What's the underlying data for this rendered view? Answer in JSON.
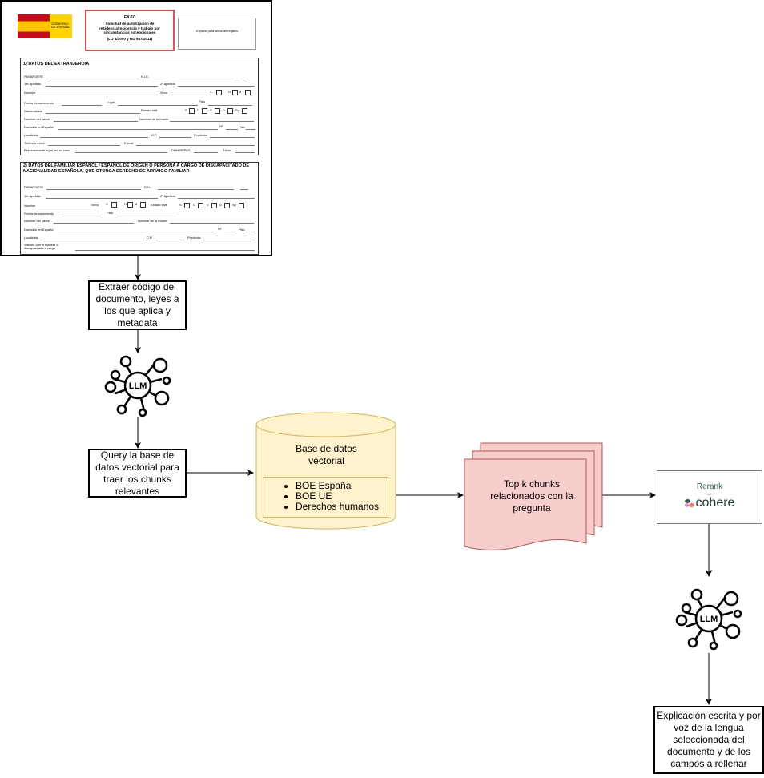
{
  "form": {
    "code": "EX-10",
    "title": "Solicitud de autorización de residencia/residencia y trabajo por circunstancias excepcionales",
    "law": "(LO 4/2000 y RD 557/2011)",
    "logo_text": "GOBIERNO DE ESPAÑA",
    "stamp_text": "Espacio para sellos de registro",
    "section1": {
      "title": "1)   DATOS DEL EXTRANJERO/A",
      "labels": [
        "PASAPORTE",
        "N.I.E.",
        "1er Apellido",
        "2º Apellido",
        "Nombre",
        "Sexo",
        "X",
        "H",
        "M",
        "Fecha de nacimiento",
        "Lugar",
        "País",
        "Nacionalidad",
        "Estado civil",
        "S",
        "C",
        "V",
        "D",
        "Sp",
        "Nombre del padre",
        "Nombre de la madre",
        "Domicilio en España",
        "Nº",
        "Piso",
        "Localidad",
        "C.P.",
        "Provincia",
        "Teléfono móvil",
        "E-mail",
        "Representante legal, en su caso",
        "DNI/NIE/PAS",
        "Título"
      ]
    },
    "section2": {
      "title": "2)   DATOS DEL FAMILIAR ESPAÑOL / ESPAÑOL DE ORIGEN O PERSONA A CARGO DE DISCAPACITADO DE NACIONALIDAD ESPAÑOLA, QUE OTORGA DERECHO DE ARRAIGO FAMILIAR",
      "labels": [
        "PASAPORTE",
        "D.N.I.",
        "1er Apellido",
        "2º Apellido",
        "Nombre",
        "Sexo",
        "X",
        "H",
        "M",
        "Estado civil",
        "S",
        "C",
        "V",
        "D",
        "Sp",
        "Fecha de nacimiento",
        "País",
        "Nombre del padre",
        "Nombre de la madre",
        "Domicilio en España",
        "Nº",
        "Piso",
        "Localidad",
        "C.P.",
        "Provincia",
        "Vínculo con el familiar o discapacitado a cargo"
      ]
    }
  },
  "steps": {
    "extract": "Extraer código del documento, leyes a los que aplica y metadata",
    "llm1": "LLM",
    "query": "Query la base de datos vectorial para traer los chunks relevantes",
    "db_title": "Base de datos vectorial",
    "db_items": [
      "BOE España",
      "BOE UE",
      "Derechos humanos"
    ],
    "chunks": "Top k chunks relacionados con la pregunta",
    "rerank_title": "Rerank",
    "rerank_sub": "with",
    "rerank_brand": "cohere",
    "llm2": "LLM",
    "explain": "Explicación escrita y por voz de la lengua seleccionada del documento y de los campos a rellenar"
  },
  "colors": {
    "db_fill": "#fff2cc",
    "db_stroke": "#d6b656",
    "doc_fill": "#f8cecc",
    "doc_stroke": "#b85450",
    "title_border": "#e05050",
    "cohere_green": "#1e3a2c"
  }
}
